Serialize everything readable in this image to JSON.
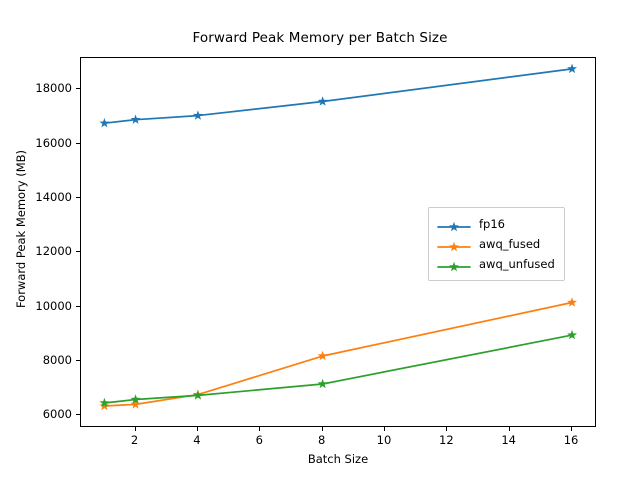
{
  "chart_data": {
    "type": "line",
    "title": "Forward Peak Memory per Batch Size",
    "xlabel": "Batch Size",
    "ylabel": "Forward Peak Memory (MB)",
    "x": [
      1,
      2,
      4,
      8,
      16
    ],
    "xlim": [
      0.25,
      16.8
    ],
    "ylim": [
      5530,
      19150
    ],
    "xticks": [
      2,
      4,
      6,
      8,
      10,
      12,
      14,
      16
    ],
    "xtick_labels": [
      "2",
      "4",
      "6",
      "8",
      "10",
      "12",
      "14",
      "16"
    ],
    "yticks": [
      6000,
      8000,
      10000,
      12000,
      14000,
      16000,
      18000
    ],
    "ytick_labels": [
      "6000",
      "8000",
      "10000",
      "12000",
      "14000",
      "16000",
      "18000"
    ],
    "grid": false,
    "legend_position": "center right",
    "marker": "star",
    "series": [
      {
        "name": "fp16",
        "color": "#1f77b4",
        "values": [
          16750,
          16880,
          17030,
          17550,
          18750
        ]
      },
      {
        "name": "awq_fused",
        "color": "#ff7f0e",
        "values": [
          6340,
          6400,
          6760,
          8180,
          10150
        ]
      },
      {
        "name": "awq_unfused",
        "color": "#2ca02c",
        "values": [
          6450,
          6580,
          6730,
          7150,
          8950
        ]
      }
    ]
  }
}
